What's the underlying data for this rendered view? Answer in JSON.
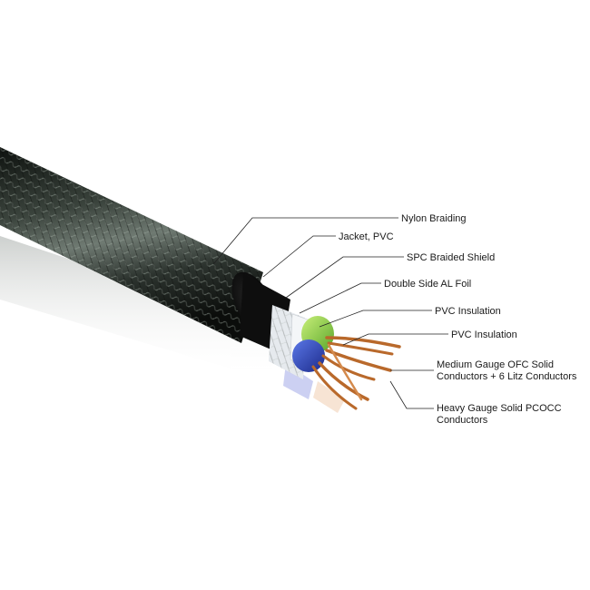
{
  "callouts": [
    {
      "id": "nylon-braiding",
      "lines": [
        "Nylon Braiding"
      ]
    },
    {
      "id": "jacket-pvc",
      "lines": [
        "Jacket, PVC"
      ]
    },
    {
      "id": "spc-braided-shield",
      "lines": [
        "SPC Braided Shield"
      ]
    },
    {
      "id": "double-side-al-foil",
      "lines": [
        "Double Side AL Foil"
      ]
    },
    {
      "id": "pvc-insulation-1",
      "lines": [
        "PVC Insulation"
      ]
    },
    {
      "id": "pvc-insulation-2",
      "lines": [
        "PVC Insulation"
      ]
    },
    {
      "id": "medium-gauge-conductors",
      "lines": [
        "Medium Gauge OFC Solid",
        "Conductors + 6 Litz Conductors"
      ]
    },
    {
      "id": "heavy-gauge-conductors",
      "lines": [
        "Heavy Gauge Solid PCOCC",
        "Conductors"
      ]
    }
  ],
  "colors": {
    "braid_dark": "#1e2420",
    "braid_light": "#8a948c",
    "jacket": "#151515",
    "shield": "#e8ecef",
    "insulation_green": "#7ec83c",
    "insulation_blue": "#2b3fb8",
    "copper": "#c97b3c",
    "leader": "#222222"
  }
}
